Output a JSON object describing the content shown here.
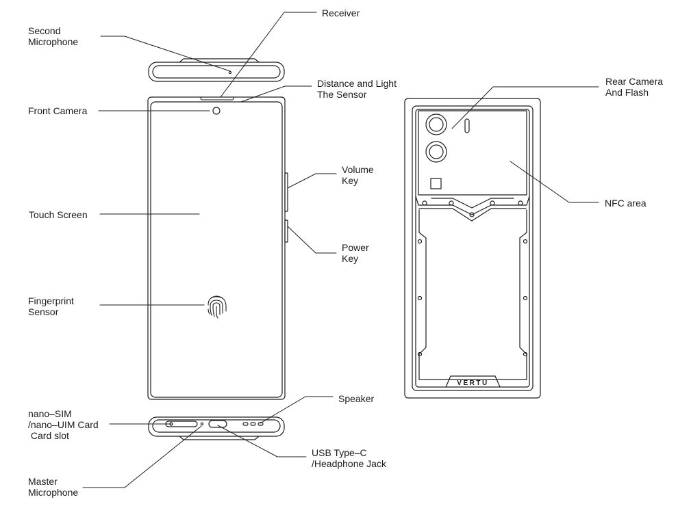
{
  "labels": {
    "receiver": [
      "Receiver"
    ],
    "second_microphone": [
      "Second",
      "Microphone"
    ],
    "distance_light_sensor": [
      "Distance and Light",
      "The Sensor"
    ],
    "front_camera": [
      "Front Camera"
    ],
    "volume_key": [
      "Volume",
      "Key"
    ],
    "touch_screen": [
      "Touch Screen"
    ],
    "power_key": [
      "Power",
      "Key"
    ],
    "fingerprint_sensor": [
      "Fingerprint",
      "Sensor"
    ],
    "speaker": [
      "Speaker"
    ],
    "card_slot": [
      "nano–SIM",
      "/nano–UIM Card",
      " Card slot"
    ],
    "usb_typec": [
      "USB Type–C",
      "/Headphone Jack"
    ],
    "master_microphone": [
      "Master",
      "Microphone"
    ],
    "rear_camera_flash": [
      "Rear Camera",
      "And Flash"
    ],
    "nfc_area": [
      "NFC area"
    ]
  },
  "brand_plate": "VERTU",
  "colors": {
    "line": "#1a1a1a",
    "background": "#ffffff"
  }
}
